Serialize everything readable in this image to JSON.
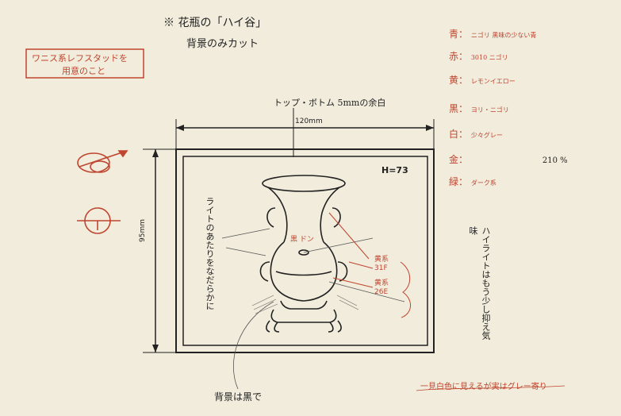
{
  "header": {
    "note_top": "※ 花瓶の「ハイ谷」",
    "note_sub": "背景のみカット"
  },
  "left_box": {
    "text_line1": "ワニス系レフスタッドを",
    "text_line2": "用意のこと"
  },
  "dimensions": {
    "top_note": "トップ・ボトム 5mmの余白",
    "width_label": "120mm",
    "height_label": "95mm",
    "h_label": "H=73"
  },
  "callouts": {
    "left_vertical": "ライトのあたりをなだらかに",
    "center_mark": "黒 ドン",
    "red_1_line1": "黄系",
    "red_1_line2": "31F",
    "red_2_line1": "黄系",
    "red_2_line2": "26E",
    "right_vertical": "ハイライトはもう少し抑え気味",
    "bottom_left": "背景は黒で",
    "bottom_right": "一見白色に見えるが実はグレー寄り"
  },
  "color_notes": {
    "items": [
      {
        "label": "青：",
        "value": "ニゴリ 黒味の少ない青"
      },
      {
        "label": "赤：",
        "value": "3010 ニゴリ"
      },
      {
        "label": "黄：",
        "value": "レモンイエロー"
      },
      {
        "label": "黒：",
        "value": "ヨリ・ニゴリ"
      },
      {
        "label": "白：",
        "value": "少々グレー"
      },
      {
        "label": "金：",
        "value": "210 %"
      },
      {
        "label": "緑：",
        "value": "ダーク系"
      }
    ]
  },
  "colors": {
    "ink": "#222222",
    "red_ink": "#c0452f",
    "paper": "#f1ecdc"
  }
}
